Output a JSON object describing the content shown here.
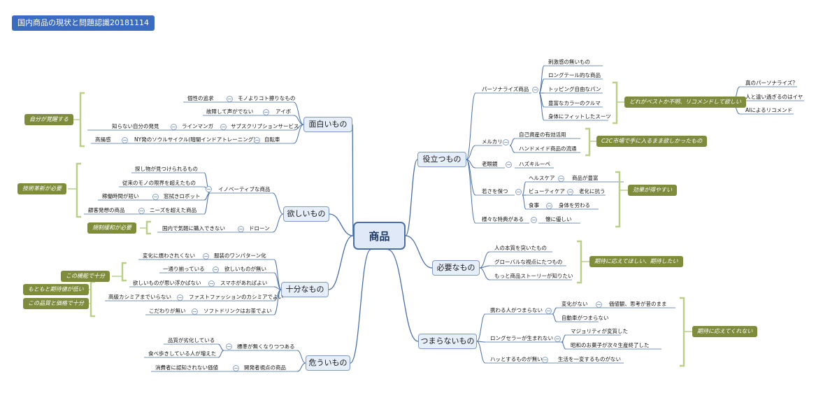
{
  "title": "国内商品の現状と問題認識20181114",
  "center": "商品",
  "branches": {
    "omoshiroi": "面白いもの",
    "hoshii": "欲しいもの",
    "jubun": "十分なもの",
    "abunai": "危ういもの",
    "yakudatsu": "役立つもの",
    "hitsuyou": "必要なもの",
    "tsumaranai": "つまらないもの"
  },
  "left": {
    "omoshiroi": {
      "kosei": "個性の追求",
      "mono_koto": "モノよりコト擦りなもの",
      "kosho": "故障して声がでない",
      "aibo": "アイボ",
      "shiranai": "知らない自分の発見",
      "rain": "ラインマンガ",
      "sub": "サブスクリプションサービス",
      "koyo": "高揚感",
      "ny": "NY発のソウルサイクル(暗闇インドアトレーニング)",
      "jitensha": "自転車"
    },
    "hoshii": {
      "sagashi": "探し物が見つけられるもの",
      "juurai": "従来のモノの限界を超えたもの",
      "kado": "稼働時間が短い",
      "robot": "窓拭きロボット",
      "kokyaku": "顧客発想の商品",
      "needs": "ニーズを超えた商品",
      "innov": "イノベーティブな商品",
      "kokunai": "国内で気軽に購入できない",
      "drone": "ドローン"
    },
    "jubun": {
      "henka": "変化に煩わされくない",
      "fuku": "服装のワンパターン化",
      "hitotori": "一通り揃っている",
      "hoshii_nai": "欲しいものが無い",
      "omoi": "欲しいものが思い浮かばない",
      "sumaho": "スマホがあればよい",
      "cashmere": "高級カシミアまでいらない",
      "fast": "ファストファッションのカシミアでよい",
      "kodawari": "こだわりが無い",
      "soft": "ソフトドリンクはお茶でよい"
    },
    "abunai": {
      "hinshitsu": "品質が劣化している",
      "tabe": "食べ歩きしている人が増えた",
      "hyojun": "標準が無くなりつつある",
      "shohisha": "消費者に認知されない価値",
      "kaihatsu": "開発者視点の商品"
    }
  },
  "right": {
    "yakudatsu": {
      "personalize": "パーソナライズ商品",
      "shigeki": "刺激感の無いもの",
      "longtail": "ロングテール的な商品",
      "topping": "トッピング自由なパン",
      "color": "豊富なカラーのクルマ",
      "suit": "身体にフィットしたスーツ",
      "mercari": "メルカリ",
      "shisan": "自己資産の有効活用",
      "handmade": "ハンドメイド商品の流通",
      "rogan": "老眼鏡",
      "hazuki": "ハズキルーペ",
      "wakasa": "若さを保つ",
      "health": "ヘルスケア",
      "hojo": "商品が豊富",
      "beauty": "ビューティケア",
      "roka": "老化に抗う",
      "shokuji": "食事",
      "karada": "身体を労わる",
      "tokuten": "様々な特典がある",
      "yasashii": "懐に優しい"
    },
    "personal_sub": {
      "shin": "真のパーソナライズ？",
      "hito": "人と違い過ぎるのはイヤ",
      "ai": "AIによるリコメンド"
    },
    "hitsuyou": {
      "honshitsu": "人の本質を突いたもの",
      "global": "グローバルな視点にたつもの",
      "story": "もっと商品ストーリーが知りたい"
    },
    "tsumaranai": {
      "tazusawaru": "携わる人がつまらない",
      "henka_nai": "変化がない",
      "kachikan": "価値観、思考が昔のまま",
      "jidosha": "自動車がつまらない",
      "longseller": "ロングセラーが生まれない",
      "majority": "マジョリティが変質した",
      "showa": "昭和のお菓子が次々生産終了した",
      "hatto": "ハッとするものが無い",
      "seikatsu": "生活を一変するものがない"
    }
  },
  "notes": {
    "jiko_kaihatsu": "自分が覚醒する",
    "gijutsu": "技術革新が必要",
    "kisei": "規制緩和が必要",
    "kono_kino": "この機能で十分",
    "motomoto": "もともと期待値が低い",
    "hinshitsu_jubun": "この品質と価格で十分",
    "dore": "どれがベストか不明、リコメンドして欲しい",
    "c2c": "C2C市場で手に入るまま欲しかったもの",
    "koka": "効果が得やすい",
    "kitai": "期待に応えてほしい、期待したい",
    "kitai_nai": "期待に応えてくれない"
  },
  "colors": {
    "connector": "#4a6fa5",
    "note_bg": "#7e8c3c",
    "bracket": "#b9cf8a",
    "title_bg": "#3b6cc0"
  }
}
